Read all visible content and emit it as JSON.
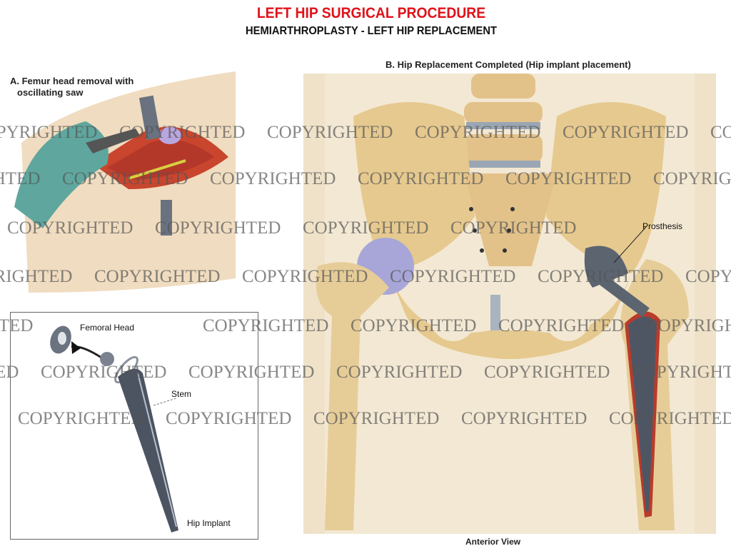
{
  "header": {
    "title": "LEFT HIP SURGICAL PROCEDURE",
    "subtitle": "HEMIARTHROPLASTY - LEFT HIP REPLACEMENT"
  },
  "panel_a": {
    "label_line1": "A. Femur head removal with",
    "label_line2": "oscillating saw"
  },
  "inset": {
    "femoral_head_label": "Femoral Head",
    "stem_label": "Stem",
    "hip_implant_label": "Hip Implant"
  },
  "panel_b": {
    "label": "B. Hip Replacement Completed (Hip implant placement)",
    "prosthesis_label": "Prosthesis",
    "view_label": "Anterior View"
  },
  "watermark": {
    "text": "COPYRIGHTED"
  },
  "colors": {
    "title": "#e0121b",
    "skin": "#efe2c8",
    "bone": "#e6c98f",
    "metal": "#5c6470",
    "glove": "#5fa79e",
    "cartilage": "#9aa0cc"
  }
}
